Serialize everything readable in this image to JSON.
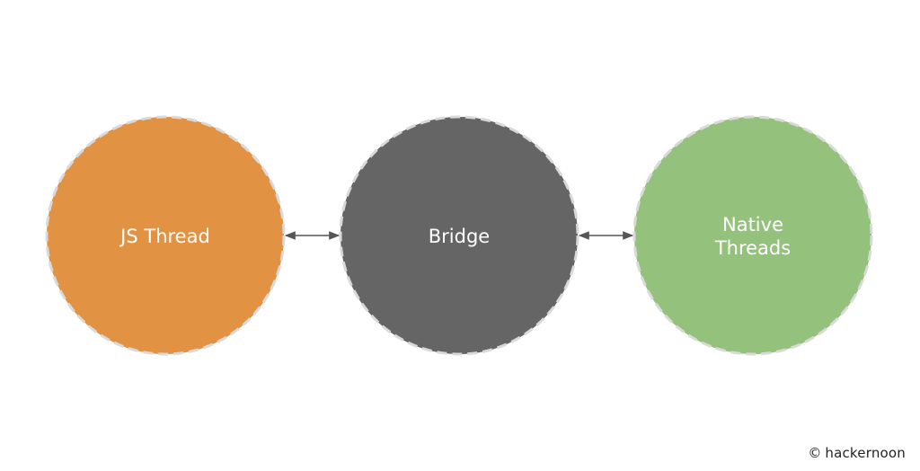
{
  "diagram": {
    "nodes": [
      {
        "id": "js-thread",
        "label_lines": [
          "JS Thread"
        ],
        "fill": "#E29243"
      },
      {
        "id": "bridge",
        "label_lines": [
          "Bridge"
        ],
        "fill": "#656565"
      },
      {
        "id": "native-threads",
        "label_lines": [
          "Native",
          "Threads"
        ],
        "fill": "#94C27C"
      }
    ],
    "connectors": [
      {
        "from": "js-thread",
        "to": "bridge",
        "direction": "bidirectional"
      },
      {
        "from": "bridge",
        "to": "native-threads",
        "direction": "bidirectional"
      }
    ],
    "border_style": "dashed",
    "border_color": "#D9D9D9",
    "arrow_color": "#555555"
  },
  "watermark": {
    "symbol": "©",
    "text": "hackernoon"
  }
}
